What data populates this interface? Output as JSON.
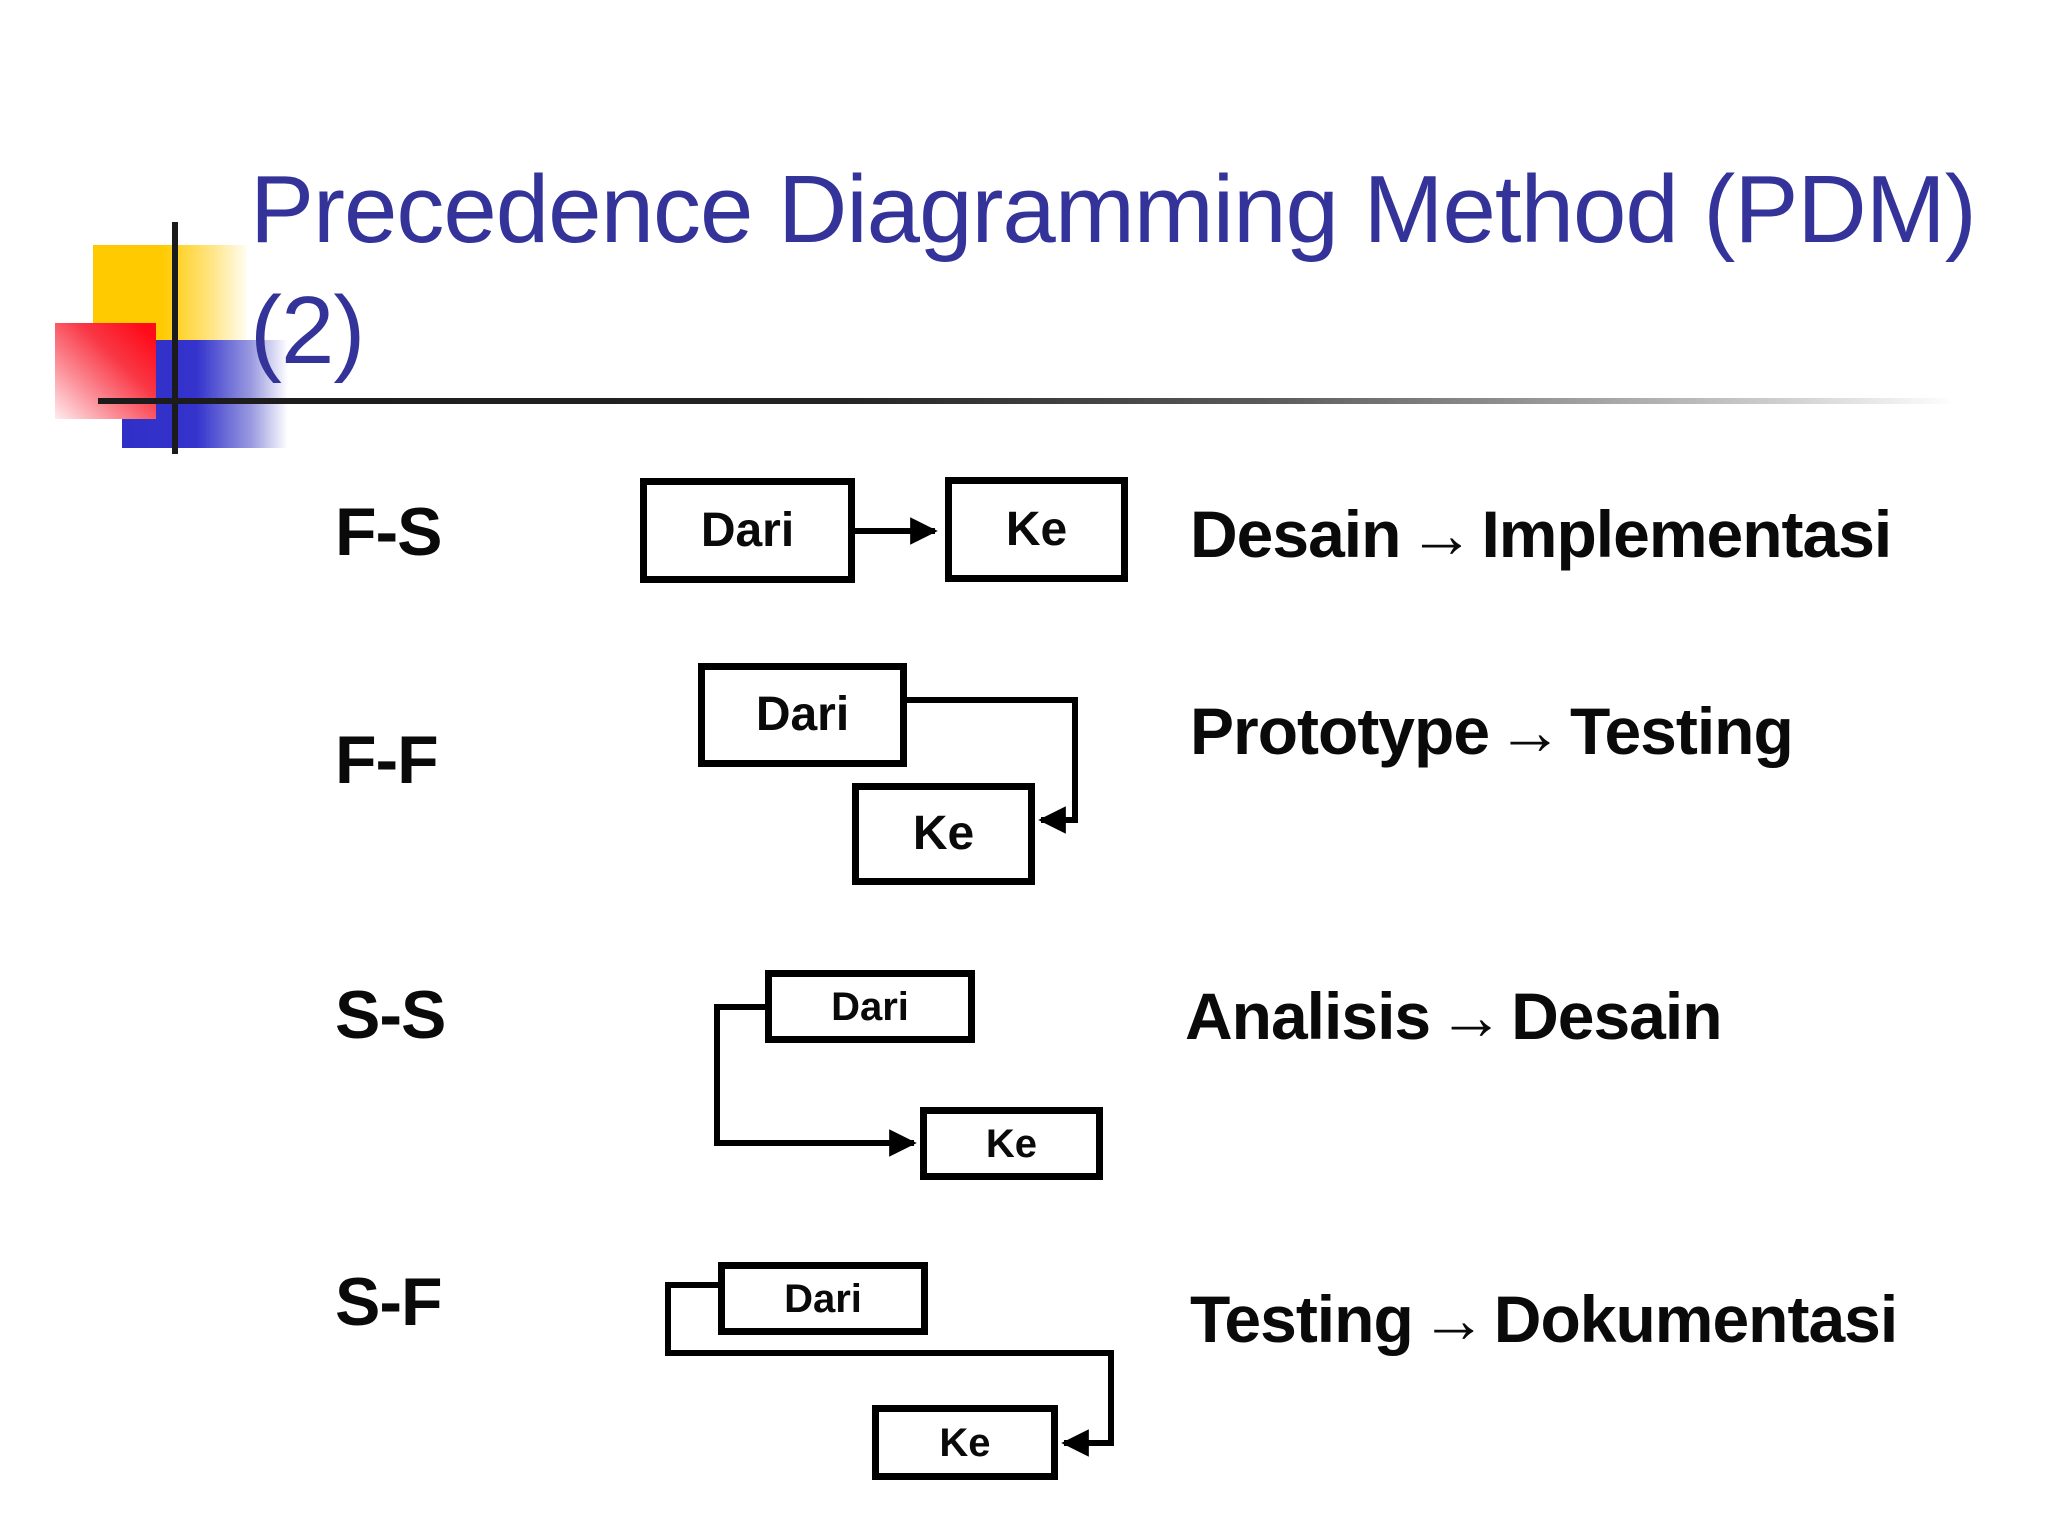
{
  "slide_title": {
    "lines": [
      "Precedence Diagramming Method (PDM)",
      "(2)"
    ],
    "color": "#333399"
  },
  "decoration": {
    "yellow_square_color": "#FFCA00",
    "red_square_color": "#FF0A18",
    "blue_square_color": "#3333CC",
    "line_color": "#1B1B1B"
  },
  "diagram": {
    "arrow_glyph": "→",
    "from_label": "Dari",
    "to_label": "Ke",
    "rows": [
      {
        "type": "F-S",
        "example_from": "Desain",
        "example_to": "Implementasi"
      },
      {
        "type": "F-F",
        "example_from": "Prototype",
        "example_to": "Testing"
      },
      {
        "type": "S-S",
        "example_from": "Analisis",
        "example_to": "Desain"
      },
      {
        "type": "S-F",
        "example_from": "Testing",
        "example_to": "Dokumentasi"
      }
    ]
  }
}
